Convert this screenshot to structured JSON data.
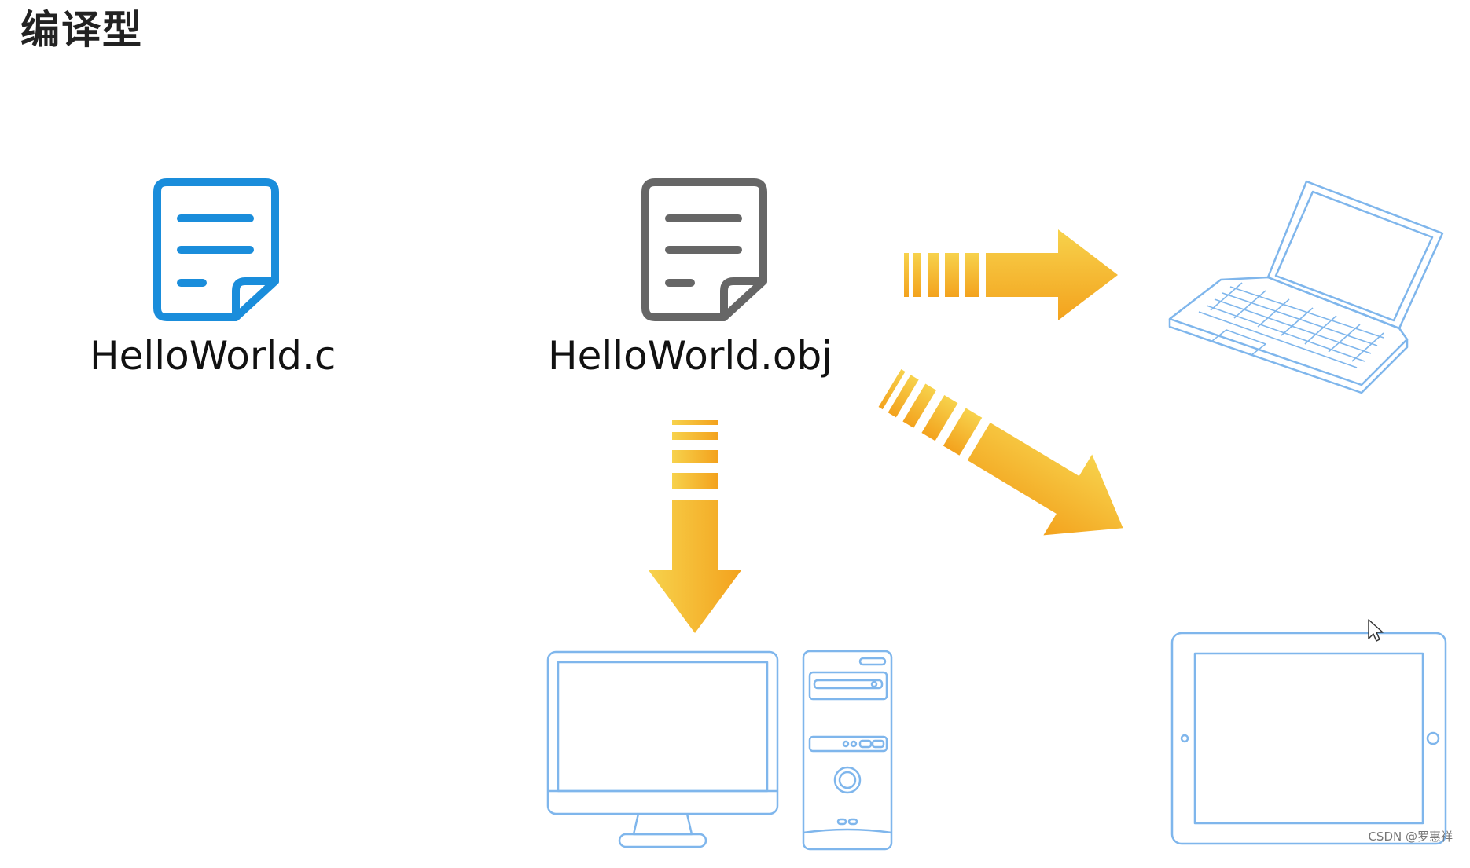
{
  "title": "编译型",
  "files": {
    "source": {
      "label": "HelloWorld.c",
      "color": "#1a8ddb"
    },
    "object": {
      "label": "HelloWorld.obj",
      "color": "#666666"
    }
  },
  "targets": [
    "laptop",
    "desktop-computer",
    "tablet"
  ],
  "colors": {
    "arrow_light": "#f7d24c",
    "arrow_dark": "#f3a21d",
    "device_stroke": "#7fb6ec"
  },
  "watermark": "CSDN @罗惠祥"
}
